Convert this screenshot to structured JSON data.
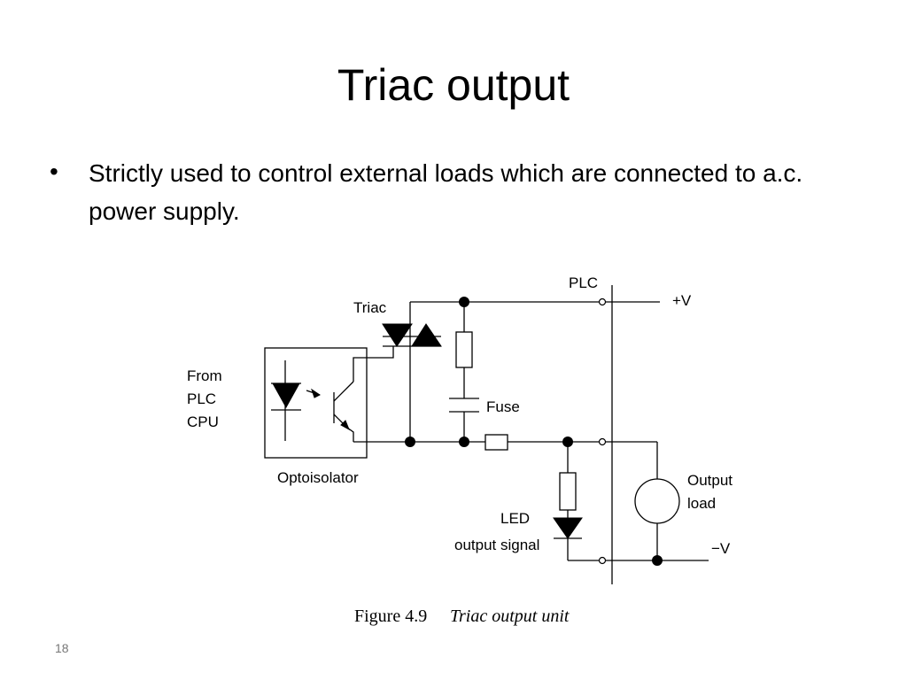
{
  "slide": {
    "title": "Triac output",
    "bullets": [
      "Strictly used to control external loads which are connected to a.c. power supply."
    ],
    "slide_number": "18"
  },
  "diagram": {
    "labels": {
      "plc": "PLC",
      "plus_v": "+V",
      "minus_v": "−V",
      "triac": "Triac",
      "from": "From",
      "plc_cpu_1": "PLC",
      "plc_cpu_2": "CPU",
      "fuse": "Fuse",
      "optoisolator": "Optoisolator",
      "output": "Output",
      "load": "load",
      "led": "LED",
      "output_signal": "output signal"
    },
    "caption": {
      "figure": "Figure 4.9",
      "text": "Triac output unit"
    }
  }
}
